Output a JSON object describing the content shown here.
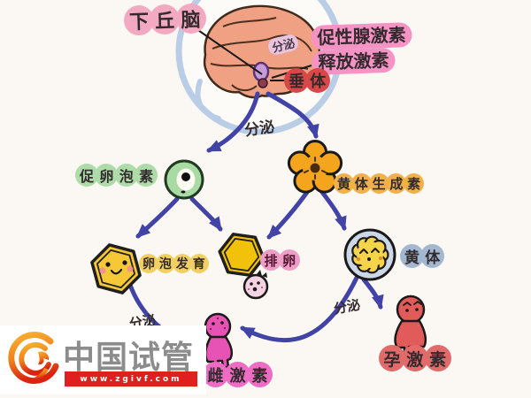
{
  "diagram": {
    "labels": {
      "hypothalamus": "下丘脑",
      "gnrh_line1": "促性腺激素",
      "gnrh_line2": "释放激素",
      "pituitary": "垂体",
      "secretion": "分泌",
      "fsh": "促卵泡素",
      "lh": "黄体生成素",
      "follicle_development": "卵泡发育",
      "ovulation": "排卵",
      "corpus_luteum": "黄体",
      "estrogen": "雌激素",
      "progesterone": "孕激素"
    },
    "icons": {
      "brain-illustration": "cartoon side-view brain inside blue head outline",
      "pituitary-gland-icon": "small purple gland hanging under brain",
      "fsh-cell-icon": "green cell with white oval and dark nucleus",
      "lh-flower-icon": "orange five-petal flower with dark center",
      "follicle-hexagon-icon": "yellow hexagon with smiley face",
      "ovulation-hexagon-icon": "plain yellow hexagon",
      "egg-icon": "small pink egg cell with face and bow",
      "corpus-luteum-icon": "yellow scalloped blob with face in blue-grey circle",
      "estrogen-figure-icon": "pink cartoon person figure",
      "progesterone-figure-icon": "red cartoon person figure",
      "phoenix-logo-icon": "orange-red phoenix swirl logo"
    },
    "colors": {
      "arrow": "#4243a6",
      "hypothalamus_bubble": "#f2a9c1",
      "gnrh_highlight": "#f593c4",
      "pituitary_bubble": "#d84848",
      "fsh_bubble": "#aedca8",
      "lh_bubble": "#f2b04a",
      "follicle_bubble": "#f2cf62",
      "ovulation_bubble": "#ee9ec6",
      "corpus_luteum_bubble": "#a3b8d0",
      "estrogen_bubble": "#ee6cc4",
      "progesterone_bubble": "#e16a6a"
    }
  },
  "watermark": {
    "brand": "中国试管",
    "url": "www.zgivf.com",
    "bar_color": "#e01f1f"
  }
}
